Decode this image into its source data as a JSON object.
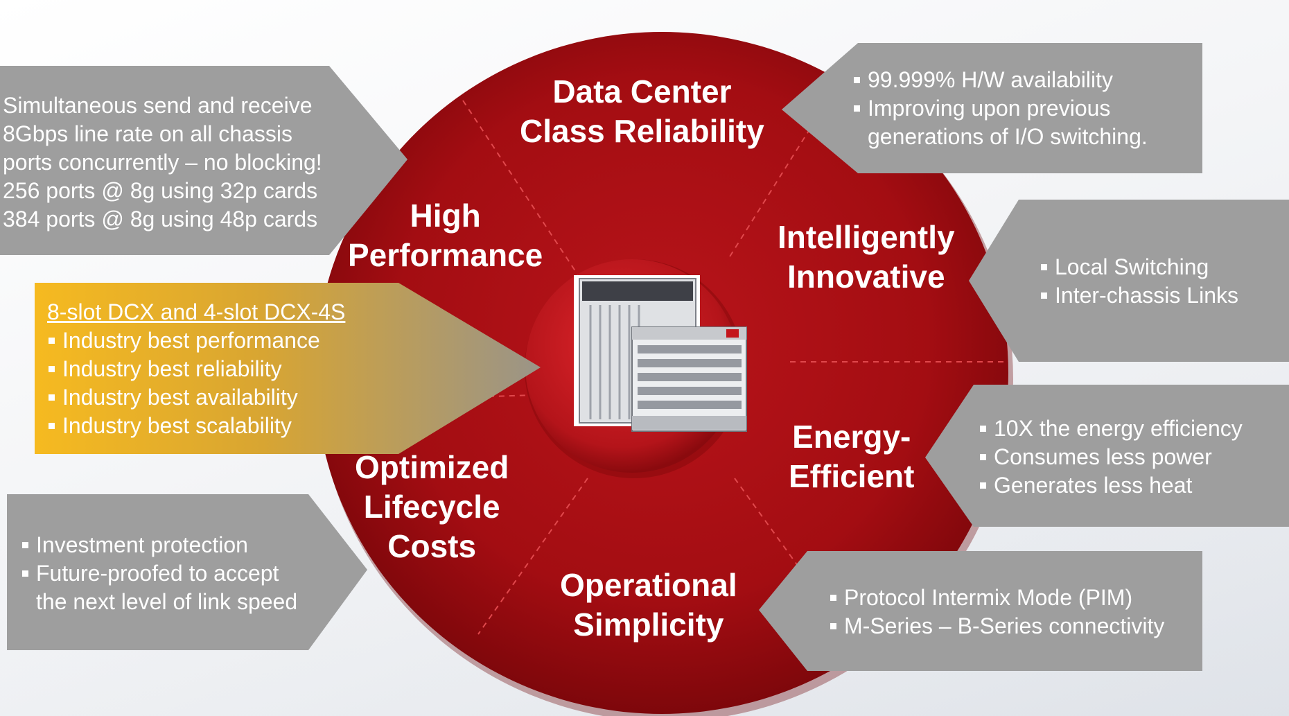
{
  "colors": {
    "wheel_red": "#a30d12",
    "wheel_dark": "#7e070b",
    "callout_gray": "#9e9e9e",
    "highlight_gold": "#f6ba20",
    "text_white": "#ffffff"
  },
  "center_image": {
    "name": "dcx-chassis-image",
    "icon": "switch-chassis-icon"
  },
  "segments": {
    "reliability": {
      "line1": "Data Center",
      "line2": "Class Reliability"
    },
    "performance": {
      "line1": "High",
      "line2": "Performance"
    },
    "innovative": {
      "line1": "Intelligently",
      "line2": "Innovative"
    },
    "energy": {
      "line1": "Energy-",
      "line2": "Efficient"
    },
    "simplicity": {
      "line1": "Operational",
      "line2": "Simplicity"
    },
    "lifecycle": {
      "line1": "Optimized",
      "line2": "Lifecycle",
      "line3": "Costs"
    }
  },
  "callouts": {
    "performance": {
      "lines": [
        "Simultaneous send and receive",
        "8Gbps line rate on all chassis",
        "ports concurrently – no blocking!",
        "256 ports @ 8g using 32p cards",
        "384 ports @ 8g using 48p cards"
      ]
    },
    "dcx": {
      "title": "8-slot DCX and 4-slot DCX-4S",
      "bullets": [
        "Industry best performance",
        "Industry best reliability",
        "Industry best availability",
        "Industry best scalability"
      ]
    },
    "lifecycle": {
      "bullets": [
        "Investment protection",
        "Future-proofed to accept",
        "the next level of link speed"
      ]
    },
    "reliability": {
      "bullets": [
        "99.999% H/W availability",
        "Improving upon previous",
        "generations of I/O switching."
      ]
    },
    "innovative": {
      "bullets": [
        "Local Switching",
        "Inter-chassis Links"
      ]
    },
    "energy": {
      "bullets": [
        "10X the energy efficiency",
        "Consumes less power",
        "Generates less heat"
      ]
    },
    "simplicity": {
      "bullets": [
        "Protocol Intermix Mode (PIM)",
        "M-Series – B-Series connectivity"
      ]
    }
  }
}
